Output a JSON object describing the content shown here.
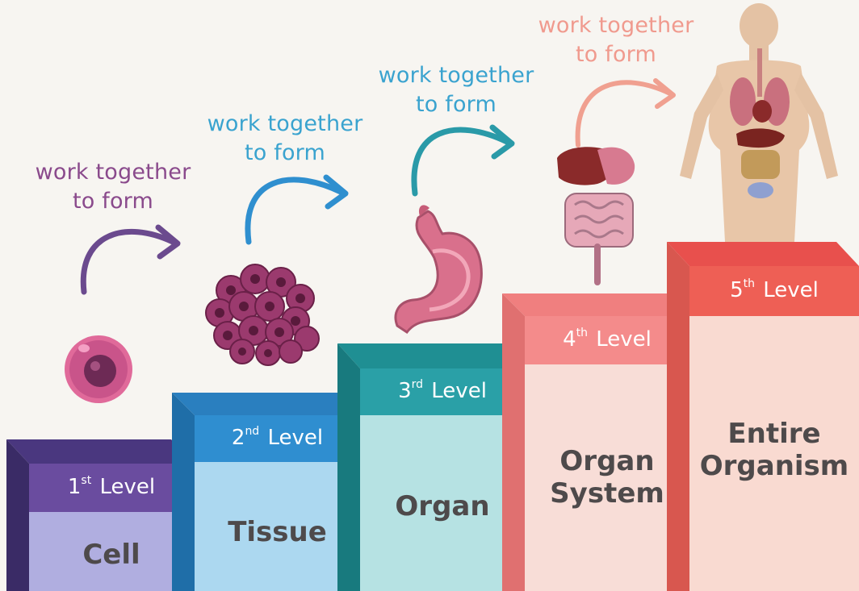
{
  "arrows": [
    {
      "lines": [
        "work together",
        "to form"
      ],
      "color": "#8a4a8c"
    },
    {
      "lines": [
        "work together",
        "to form"
      ],
      "color": "#3aa3cf"
    },
    {
      "lines": [
        "work together",
        "to form"
      ],
      "color": "#3aa3cf"
    },
    {
      "lines": [
        "work together",
        "to form"
      ],
      "color": "#f09a8e"
    }
  ],
  "steps": [
    {
      "ordinal": "1",
      "suffix": "st",
      "level_word": "Level",
      "name_lines": [
        "Cell"
      ],
      "icon": "cell-icon",
      "colors": {
        "top": "#4e3a86",
        "band": "#6a4c9f",
        "body": "#a8a8dc",
        "side": "#3d2c6c"
      }
    },
    {
      "ordinal": "2",
      "suffix": "nd",
      "level_word": "Level",
      "name_lines": [
        "Tissue"
      ],
      "icon": "tissue-icon",
      "colors": {
        "top": "#2a83c4",
        "band": "#2f8ed0",
        "body": "#a9d6ef",
        "side": "#1f6fa8"
      }
    },
    {
      "ordinal": "3",
      "suffix": "rd",
      "level_word": "Level",
      "name_lines": [
        "Organ"
      ],
      "icon": "stomach-icon",
      "colors": {
        "top": "#1f8f93",
        "band": "#2a9fa6",
        "body": "#b4e0e2",
        "side": "#187a7e"
      }
    },
    {
      "ordinal": "4",
      "suffix": "th",
      "level_word": "Level",
      "name_lines": [
        "Organ",
        "System"
      ],
      "icon": "digestive-system-icon",
      "colors": {
        "top": "#f07f7f",
        "band": "#f48b8b",
        "body": "#f8dcd6",
        "side": "#d86a6a"
      }
    },
    {
      "ordinal": "5",
      "suffix": "th",
      "level_word": "Level",
      "name_lines": [
        "Entire",
        "Organism"
      ],
      "icon": "human-body-icon",
      "colors": {
        "top": "#e8504d",
        "band": "#ee5f55",
        "body": "#f9d9d0",
        "side": "#c9403d"
      }
    }
  ]
}
